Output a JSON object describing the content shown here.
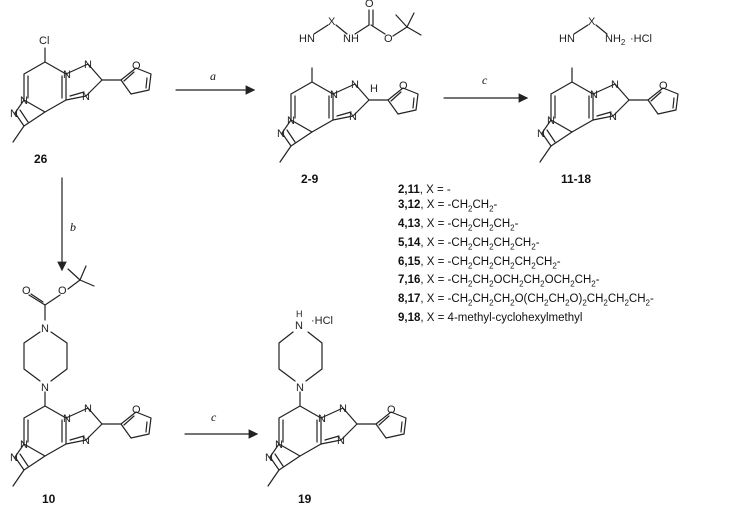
{
  "compounds": {
    "start": "26",
    "boc_amines": "2-9",
    "amine_salts": "11-18",
    "boc_piperazine": "10",
    "piperazine_salt": "19"
  },
  "reagents": {
    "a": "a",
    "b": "b",
    "c": "c"
  },
  "atoms": {
    "cl": "Cl",
    "n": "N",
    "o": "O",
    "x": "X",
    "h": "H",
    "hn": "HN",
    "nh": "NH",
    "nh2": "NH2",
    "hcl": "·HCl",
    "hcl_spaced": "·HCl"
  },
  "legend": [
    {
      "ids": "2,11",
      "text": "X = -"
    },
    {
      "ids": "3,12",
      "text": "X = -CH2CH2-"
    },
    {
      "ids": "4,13",
      "text": "X = -CH2CH2CH2-"
    },
    {
      "ids": "5,14",
      "text": "X = -CH2CH2CH2CH2-"
    },
    {
      "ids": "6,15",
      "text": "X = -CH2CH2CH2CH2CH2-"
    },
    {
      "ids": "7,16",
      "text": "X = -CH2CH2OCH2CH2OCH2CH2-"
    },
    {
      "ids": "8,17",
      "text": "X = -CH2CH2CH2O(CH2CH2O)2CH2CH2CH2-"
    },
    {
      "ids": "9,18",
      "text": "X = 4-methyl-cyclohexylmethyl"
    }
  ]
}
